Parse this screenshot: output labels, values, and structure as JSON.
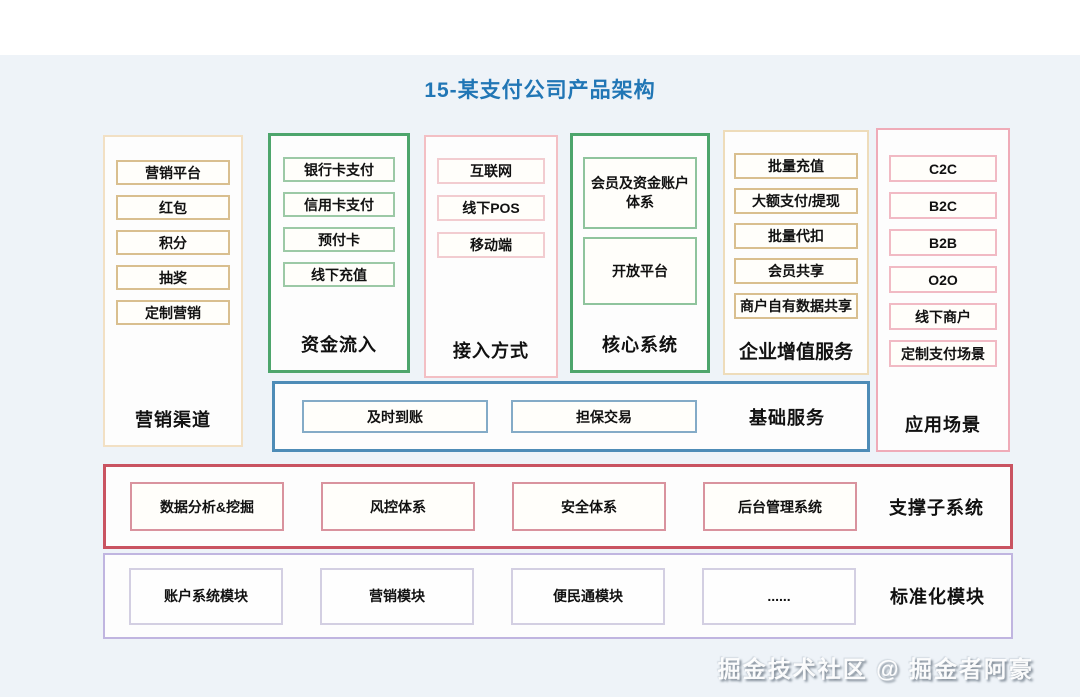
{
  "title": "15-某支付公司产品架构",
  "watermark": "掘金技术社区 @ 掘金者阿豪",
  "columns": {
    "marketing": {
      "label": "营销渠道",
      "items": [
        "营销平台",
        "红包",
        "积分",
        "抽奖",
        "定制营销"
      ]
    },
    "funds_in": {
      "label": "资金流入",
      "items": [
        "银行卡支付",
        "信用卡支付",
        "预付卡",
        "线下充值"
      ]
    },
    "access": {
      "label": "接入方式",
      "items": [
        "互联网",
        "线下POS",
        "移动端"
      ]
    },
    "core": {
      "label": "核心系统",
      "items": [
        "会员及资金账户体系",
        "开放平台"
      ]
    },
    "value_added": {
      "label": "企业增值服务",
      "items": [
        "批量充值",
        "大额支付/提现",
        "批量代扣",
        "会员共享",
        "商户自有数据共享"
      ]
    },
    "scenarios": {
      "label": "应用场景",
      "items": [
        "C2C",
        "B2C",
        "B2B",
        "O2O",
        "线下商户",
        "定制支付场景"
      ]
    }
  },
  "bars": {
    "basic": {
      "label": "基础服务",
      "items": [
        "及时到账",
        "担保交易"
      ]
    },
    "support": {
      "label": "支撑子系统",
      "items": [
        "数据分析&挖掘",
        "风控体系",
        "安全体系",
        "后台管理系统"
      ]
    },
    "standard": {
      "label": "标准化模块",
      "items": [
        "账户系统模块",
        "营销模块",
        "便民通模块",
        "......"
      ]
    }
  },
  "colors": {
    "title_blue": "#2176b5",
    "green_border": "#4da56c",
    "tan_border": "#d9bf8f",
    "light_tan_border": "#f2e0c4",
    "pink_border": "#f3bfc4",
    "rose_border": "#efabb8",
    "blue_border": "#4e8cb7",
    "red_border": "#c95361",
    "purple_border": "#c0b5e0",
    "background": "#eef3f8"
  }
}
